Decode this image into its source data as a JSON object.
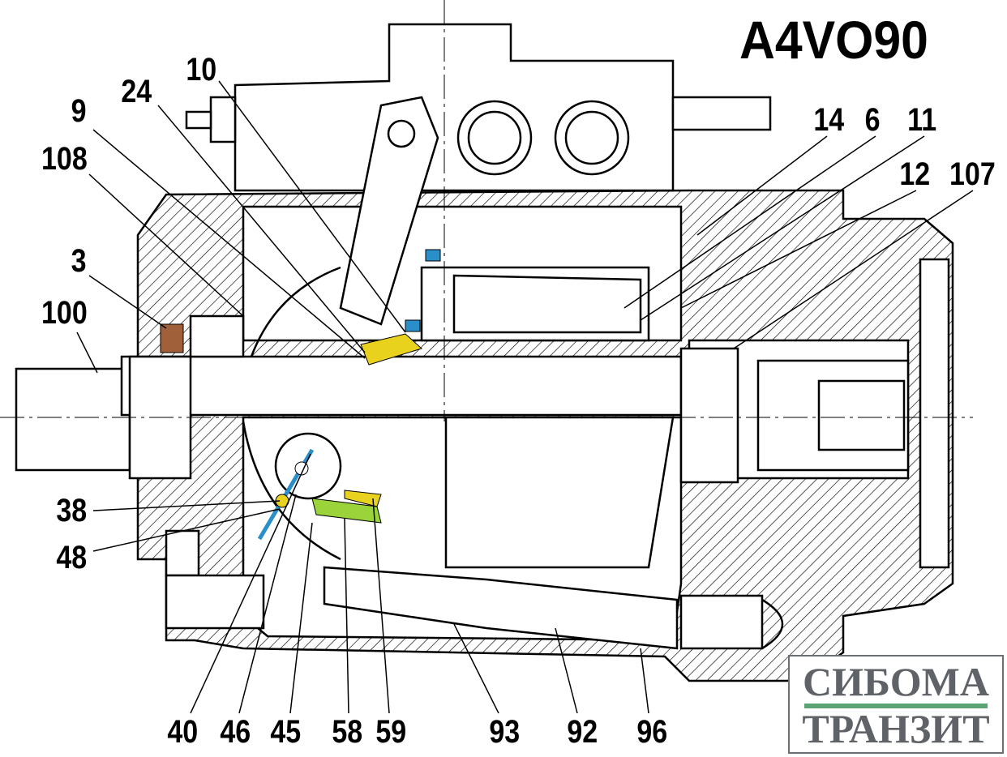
{
  "title": "A4VO90",
  "logo": {
    "line1": "СИБОМА",
    "line2": "ТРАНЗИТ",
    "text_color": "#5f6368",
    "bar_color": "#5aa372"
  },
  "part_labels": {
    "p10": "10",
    "p24": "24",
    "p9": "9",
    "p108": "108",
    "p3": "3",
    "p100": "100",
    "p14": "14",
    "p6": "6",
    "p11": "11",
    "p12": "12",
    "p107": "107",
    "p38": "38",
    "p48": "48",
    "p40": "40",
    "p46": "46",
    "p45": "45",
    "p58": "58",
    "p59": "59",
    "p93": "93",
    "p92": "92",
    "p96": "96"
  },
  "colors": {
    "blue": "#2a8fc9",
    "yellow": "#e8d21e",
    "green": "#9bd43a",
    "brown": "#a0603a"
  }
}
